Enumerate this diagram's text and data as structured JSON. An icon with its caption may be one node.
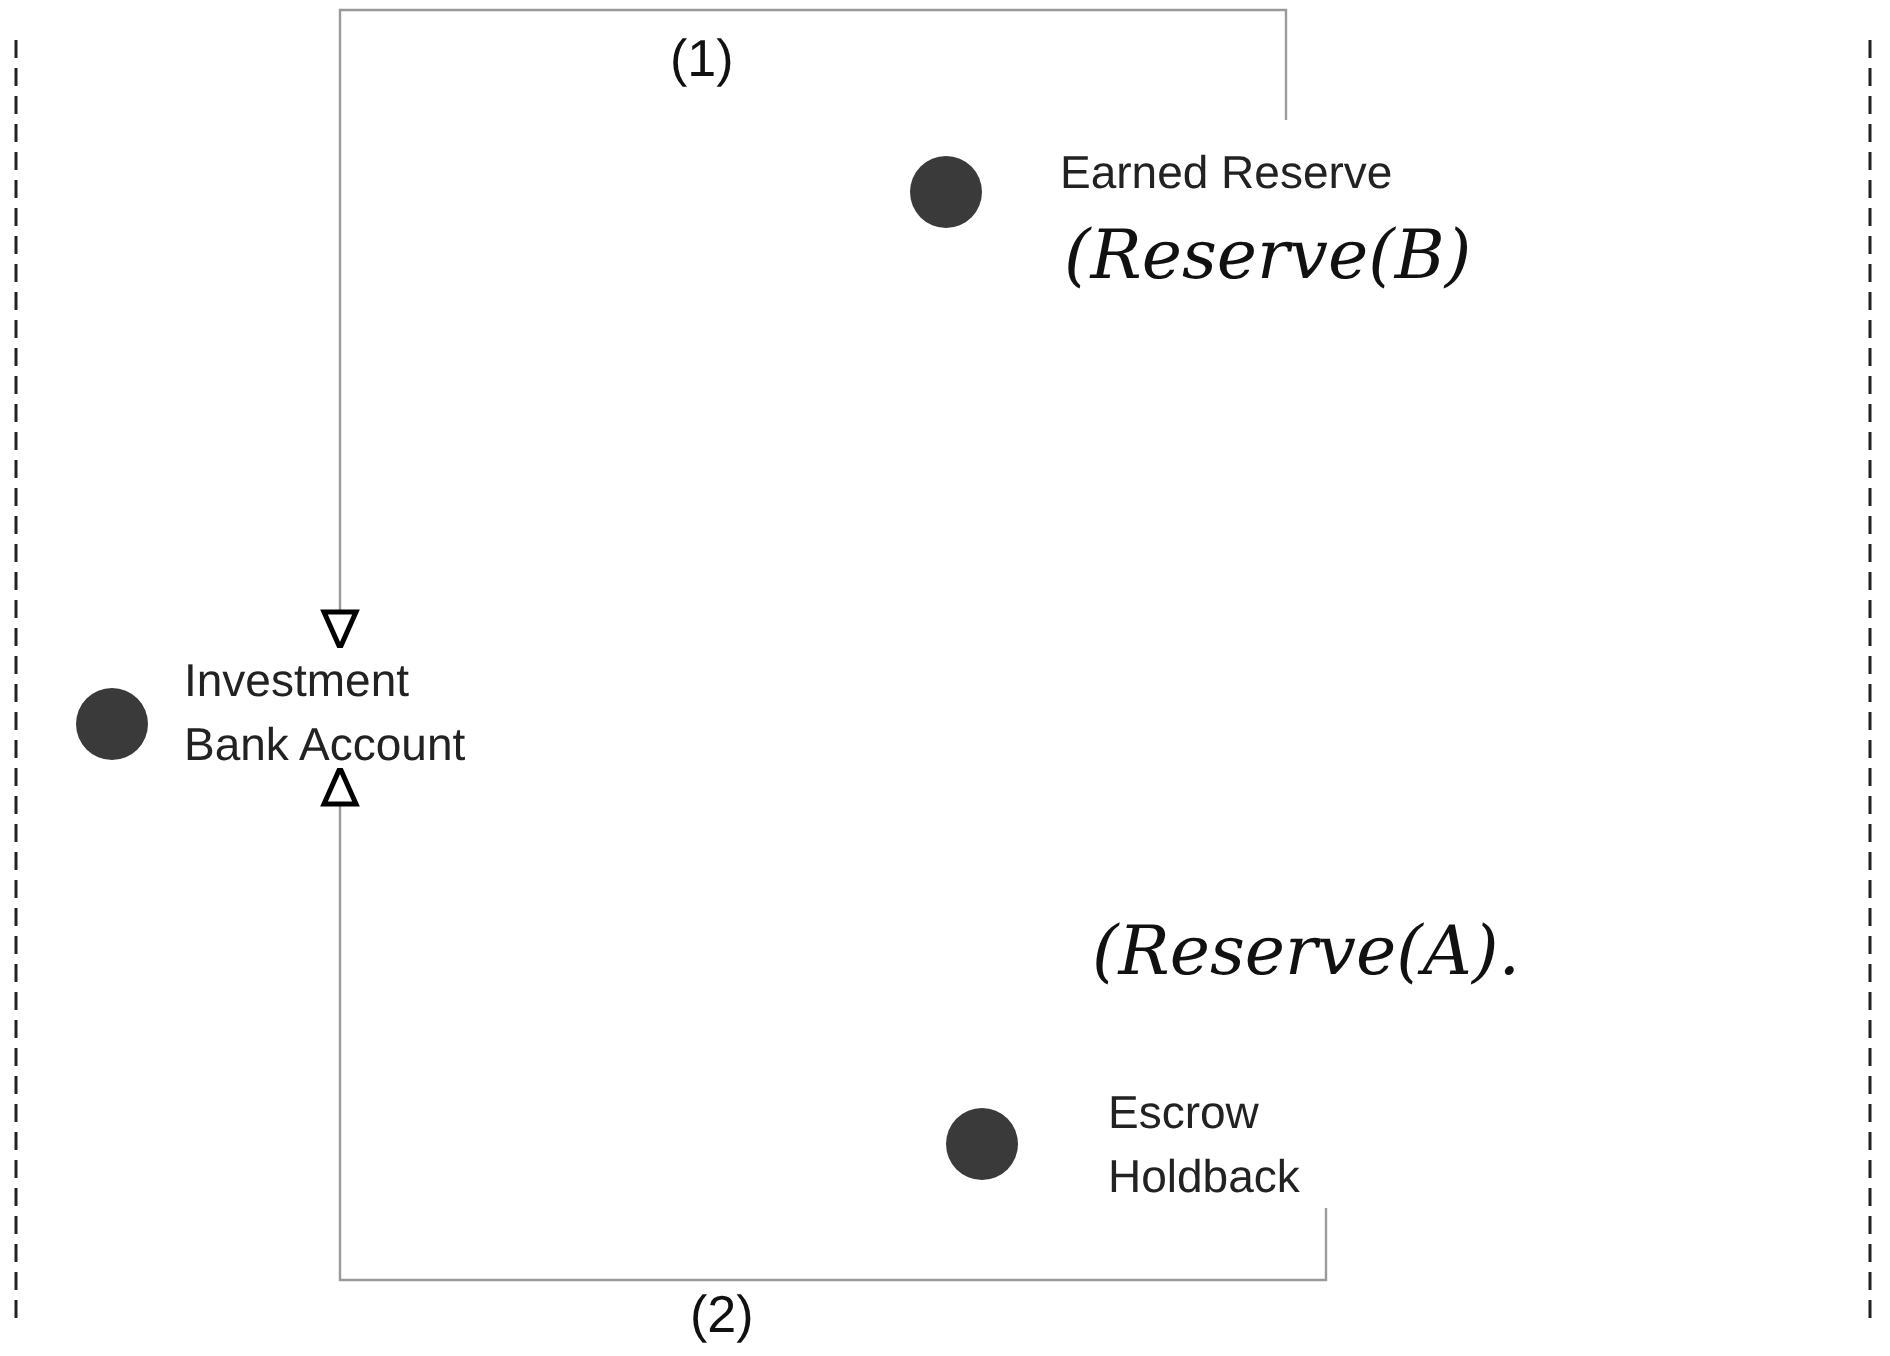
{
  "diagram": {
    "nodes": [
      {
        "text": [
          "Investment Bank Account"
        ]
      },
      {
        "text": [
          "Earned Reserve"
        ],
        "beside": [
          "(Reserve(B)"
        ]
      },
      {
        "text": [
          "Escrow Holdback"
        ],
        "beside": [
          "(Reserve(A)."
        ]
      }
    ],
    "edges": [
      {
        "from": 1,
        "to": 0,
        "arrow": "to",
        "label": "(1)"
      },
      {
        "from": 2,
        "to": 0,
        "arrow": "to",
        "label": "(2)"
      }
    ]
  }
}
